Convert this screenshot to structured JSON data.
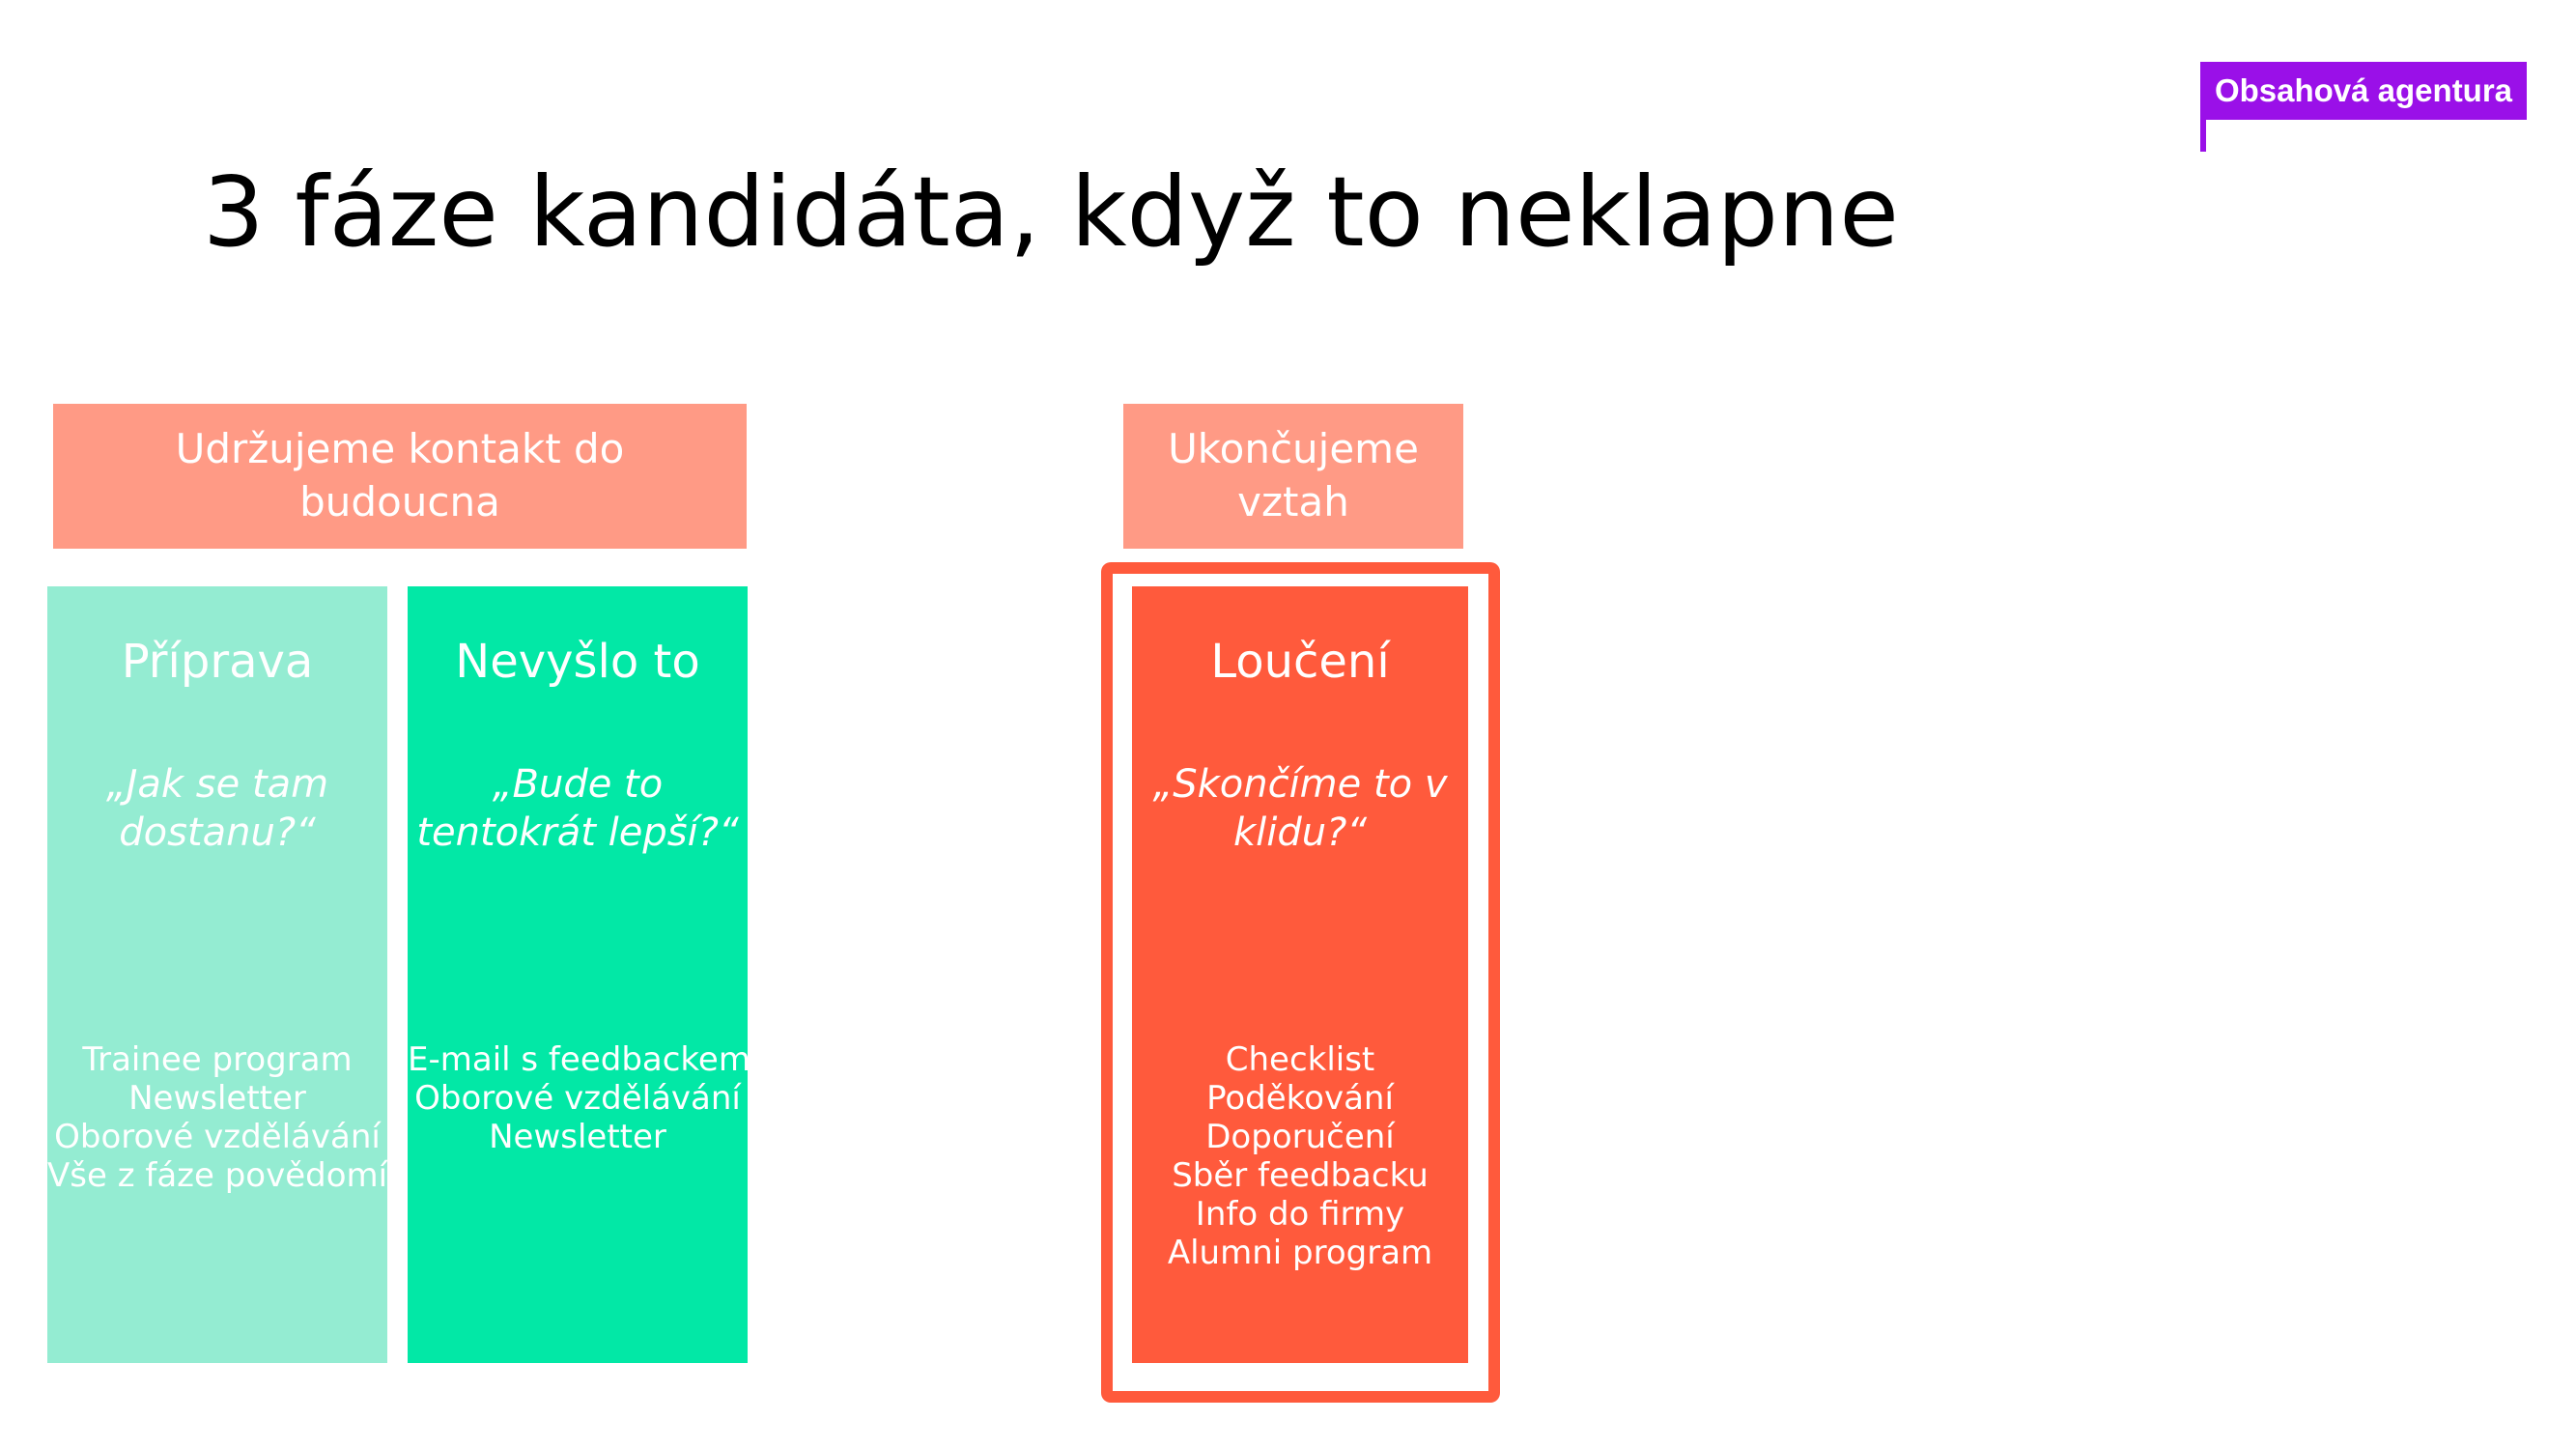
{
  "brand": {
    "label": "Obsahová agentura",
    "color": "#9a10e8"
  },
  "title": "3 fáze kandidáta, když to neklapne",
  "headers": [
    {
      "label": "Udržujeme kontakt do budoucna"
    },
    {
      "label": "Ukončujeme vztah"
    }
  ],
  "phases": [
    {
      "title": "Příprava",
      "quote": "„Jak se tam dostanu?“",
      "items": [
        "Trainee program",
        "Newsletter",
        "Oborové vzdělávání",
        "Vše z fáze povědomí"
      ],
      "color": "#94ecd2"
    },
    {
      "title": "Nevyšlo to",
      "quote": "„Bude to tentokrát lepší?“",
      "items": [
        "E-mail s feedbackem",
        "Oborové vzdělávání",
        "Newsletter"
      ],
      "color": "#02e8a6"
    },
    {
      "title": "Loučení",
      "quote": "„Skončíme to v klidu?“",
      "items": [
        "Checklist",
        "Poděkování",
        "Doporučení",
        "Sběr feedbacku",
        "Info do firmy",
        "Alumni program"
      ],
      "color": "#ff5a3c"
    }
  ],
  "colors": {
    "header": "#ff9a85",
    "highlight_frame": "#ff5a3c"
  }
}
